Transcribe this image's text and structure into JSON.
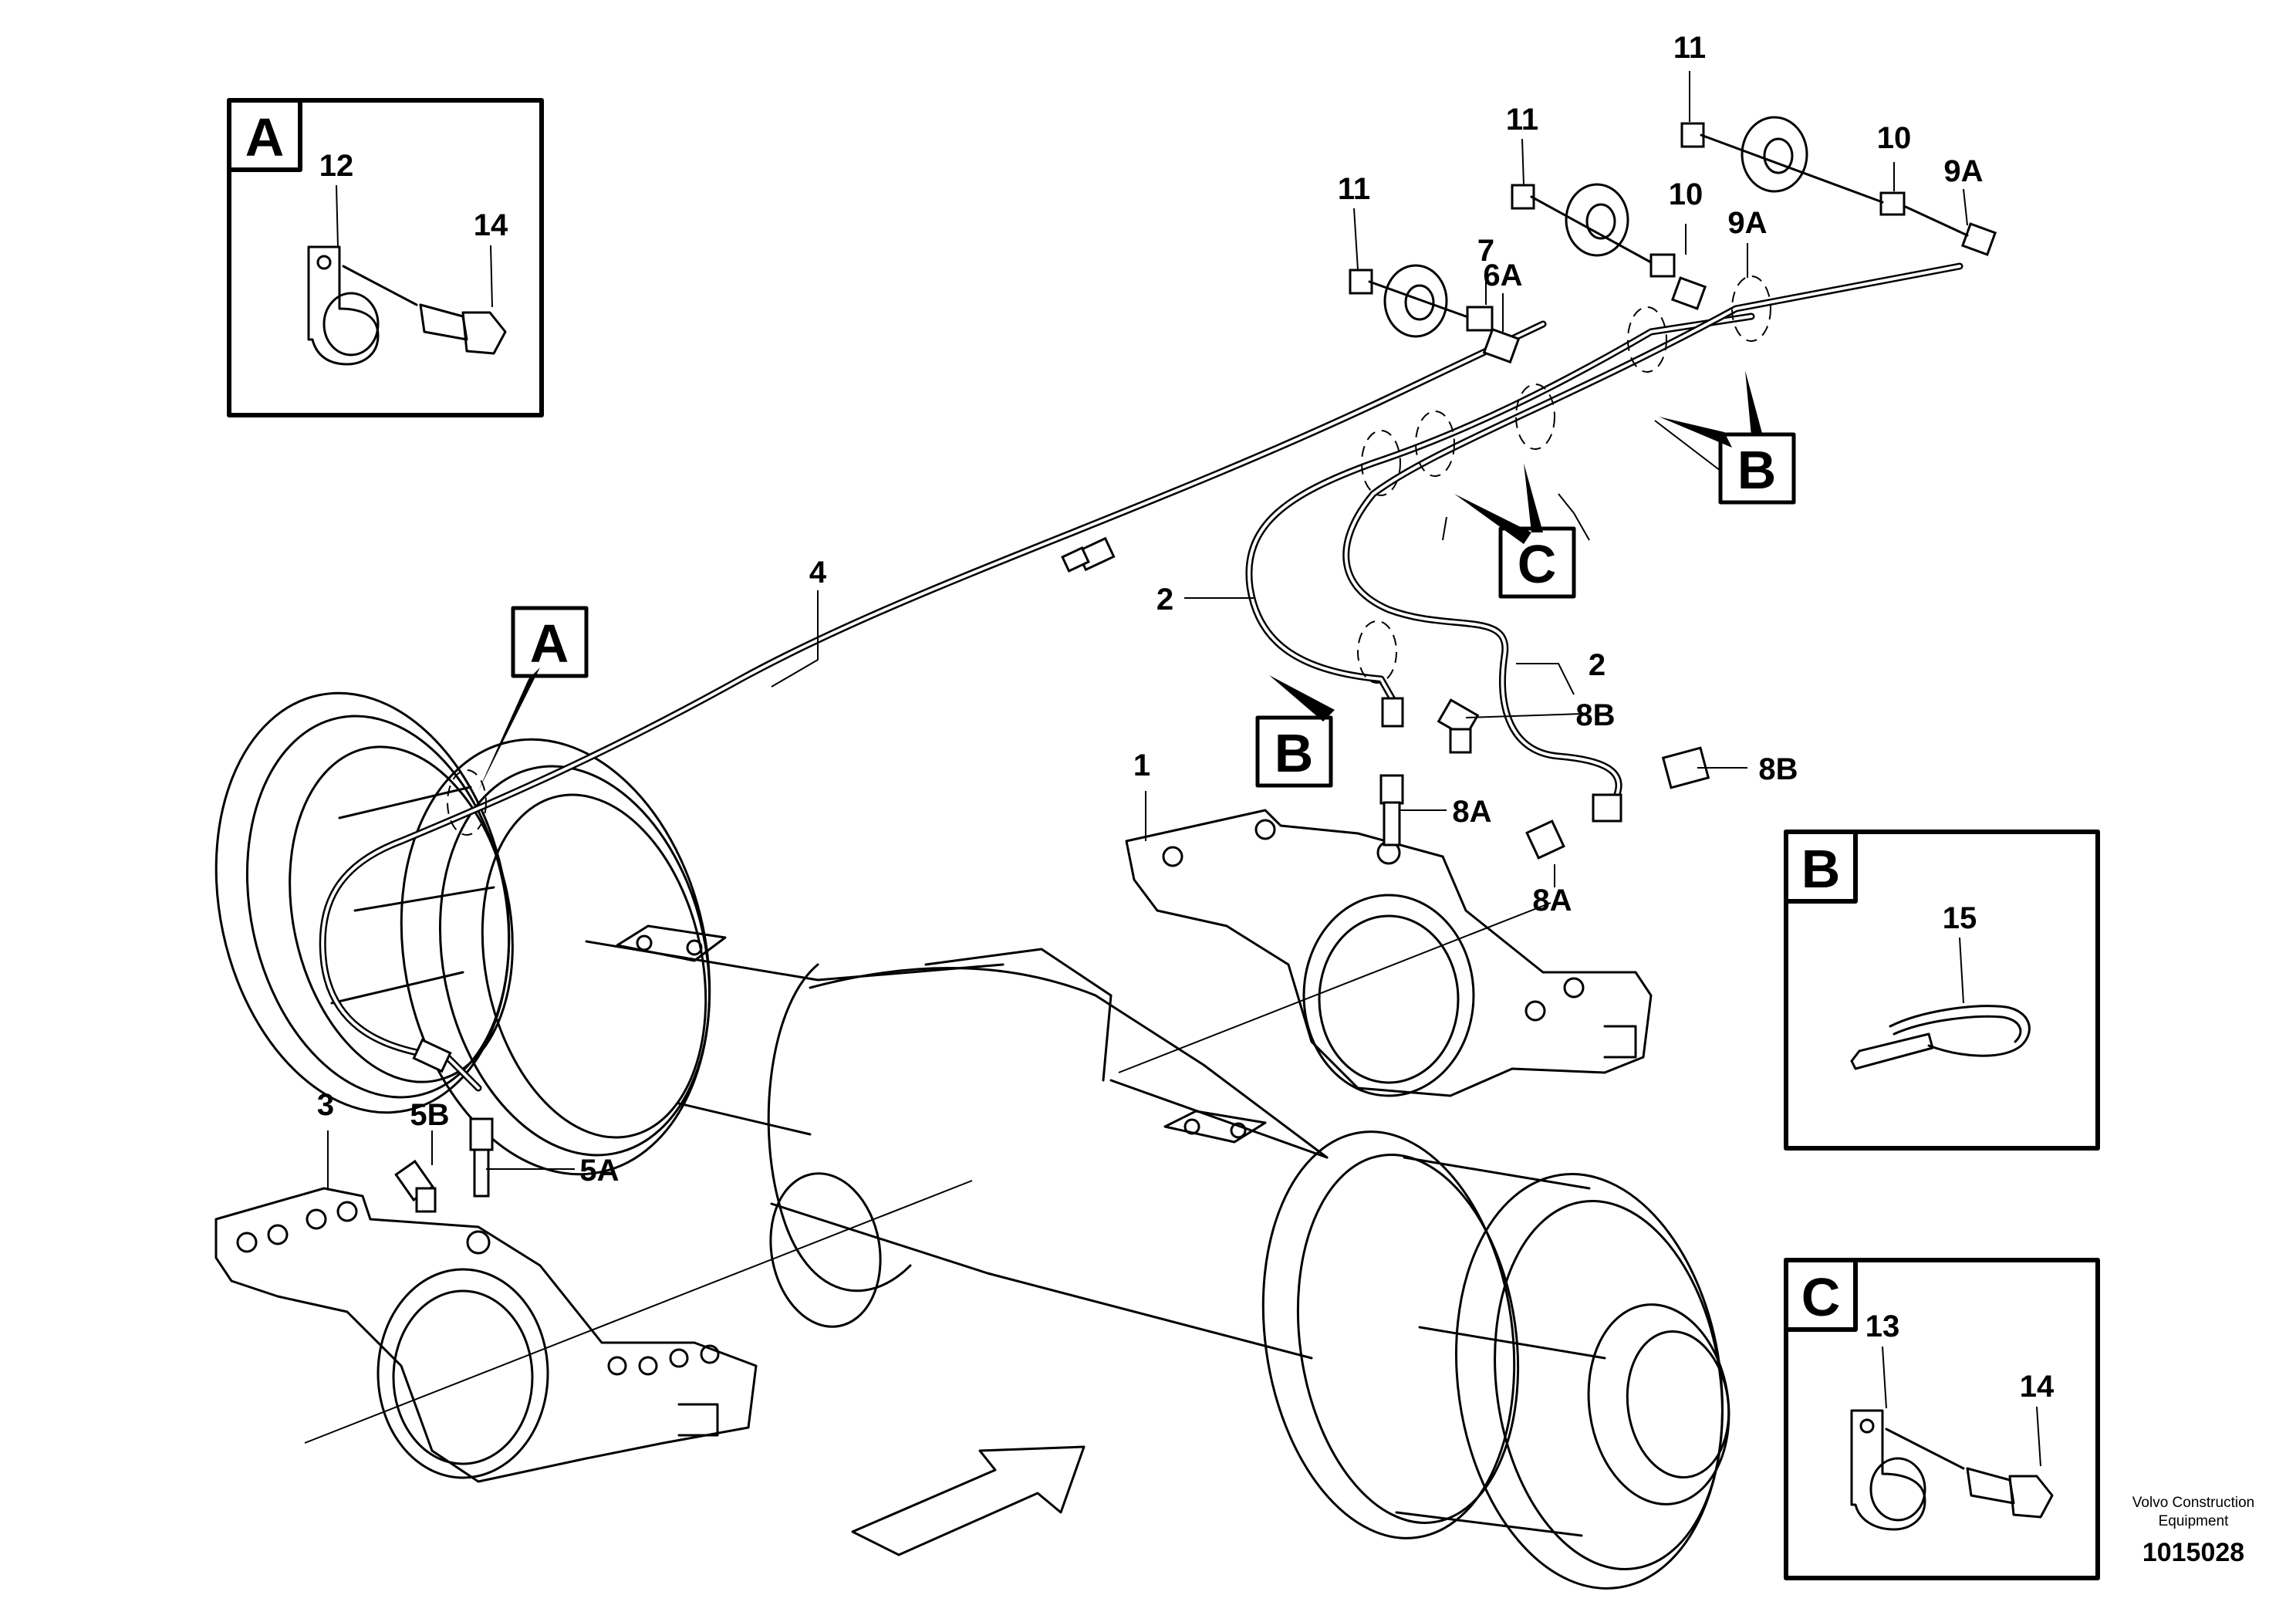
{
  "callouts": {
    "c1": "1",
    "c2a": "2",
    "c2b": "2",
    "c3": "3",
    "c4": "4",
    "c5a": "5A",
    "c5b": "5B",
    "c6a": "6A",
    "c7": "7",
    "c8a1": "8A",
    "c8a2": "8A",
    "c8b1": "8B",
    "c8b2": "8B",
    "c9a1": "9A",
    "c9a2": "9A",
    "c10a": "10",
    "c10b": "10",
    "c11a": "11",
    "c11b": "11",
    "c11c": "11"
  },
  "detail_refs": {
    "ref_a": "A",
    "ref_b1": "B",
    "ref_b2": "B",
    "ref_c": "C"
  },
  "inset_a": {
    "letter": "A",
    "part1": "12",
    "part2": "14"
  },
  "inset_b": {
    "letter": "B",
    "part1": "15"
  },
  "inset_c": {
    "letter": "C",
    "part1": "13",
    "part2": "14"
  },
  "footer": {
    "company_line1": "Volvo Construction",
    "company_line2": "Equipment",
    "drawing_number": "1015028"
  }
}
